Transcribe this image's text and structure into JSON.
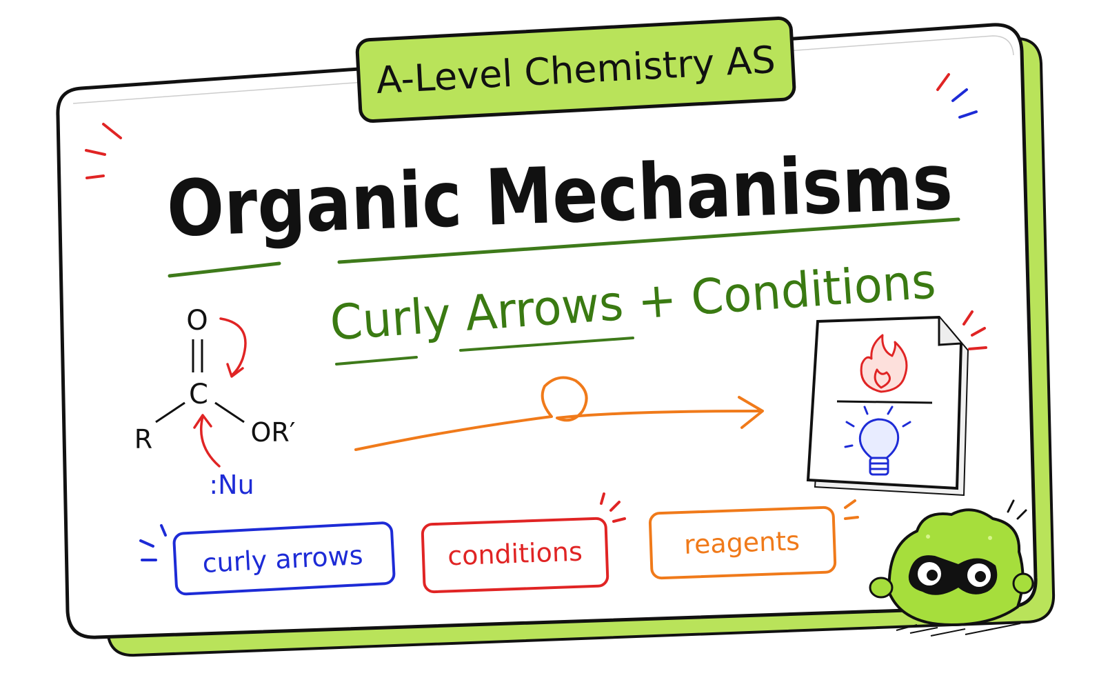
{
  "badge": {
    "label": "A-Level Chemistry AS"
  },
  "title": {
    "main": "Organic Mechanisms",
    "subtitle": "Curly Arrows + Conditions"
  },
  "molecule": {
    "oxygen": "O",
    "carbon": "C",
    "r_group": "R",
    "or_group": "OR′",
    "nucleophile": ":Nu"
  },
  "tags": [
    {
      "label": "curly arrows",
      "color": "#1d2bd6"
    },
    {
      "label": "conditions",
      "color": "#e02424"
    },
    {
      "label": "reagents",
      "color": "#f07a1a"
    }
  ],
  "card_icons": [
    "flame-icon",
    "lightbulb-icon"
  ],
  "colors": {
    "accent_green": "#b9e35a",
    "title_underline": "#3e7a1a",
    "subtitle": "#3a7a12",
    "arrow_orange": "#f07a1a",
    "mascot": "#a6de3c"
  }
}
